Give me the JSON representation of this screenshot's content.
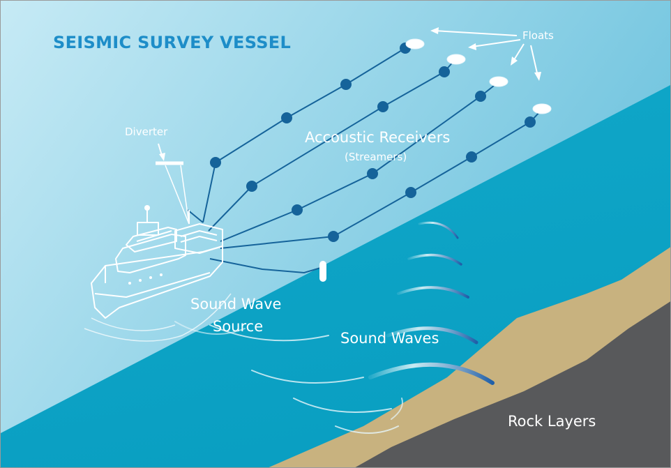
{
  "title": "SEISMIC SURVEY VESSEL",
  "labels": {
    "floats": "Floats",
    "diverter": "Diverter",
    "receivers": "Accoustic Receivers",
    "streamers": "(Streamers)",
    "source_line1": "Sound Wave",
    "source_line2": "Source",
    "sound_waves": "Sound Waves",
    "rock_layers": "Rock Layers"
  },
  "colors": {
    "sky_light": "#bfe7f3",
    "sky_mid": "#7cc9e2",
    "sea": "#0aa6c8",
    "sand": "#c8b27f",
    "rock": "#58595b",
    "streamer": "#15639a",
    "title": "#1d8dc8",
    "wave_dark": "#1f5fa8"
  }
}
